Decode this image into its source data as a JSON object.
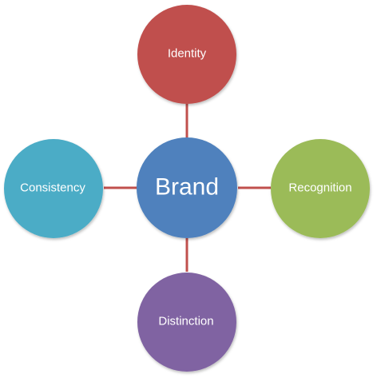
{
  "diagram": {
    "center": {
      "label": "Brand",
      "color": "#4f81bd"
    },
    "top": {
      "label": "Identity",
      "color": "#c0504d"
    },
    "right": {
      "label": "Recognition",
      "color": "#9bbb59"
    },
    "bottom": {
      "label": "Distinction",
      "color": "#8064a2"
    },
    "left": {
      "label": "Consistency",
      "color": "#4bacc6"
    },
    "connector_color": "#c0504d"
  }
}
